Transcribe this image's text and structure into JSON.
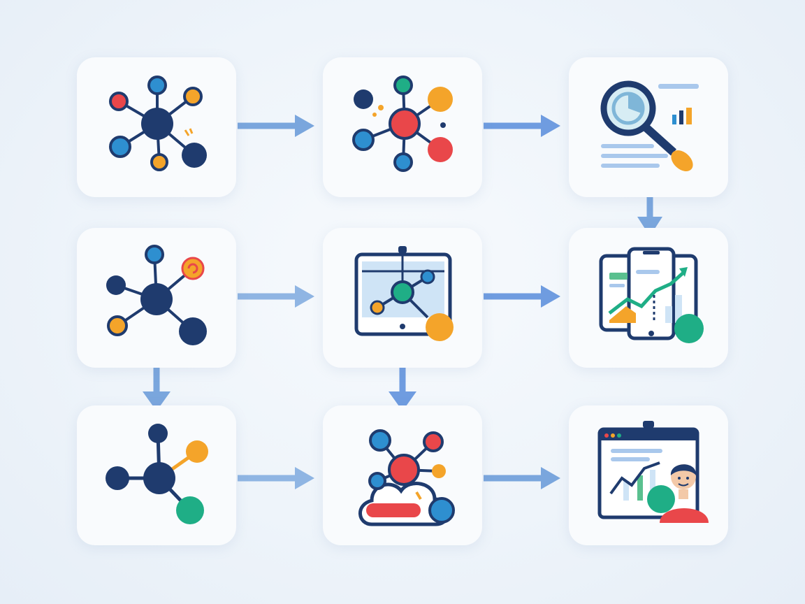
{
  "colors": {
    "navy": "#1f3b6e",
    "blue": "#2e8fd0",
    "orange": "#f4a42a",
    "red": "#e9474a",
    "teal": "#1fae86",
    "arrow": "#7aa6dd",
    "tile": "#f9fbfd"
  },
  "nodes": [
    {
      "id": "r1c1",
      "icon": "network-hub-icon"
    },
    {
      "id": "r1c2",
      "icon": "colored-network-icon"
    },
    {
      "id": "r1c3",
      "icon": "magnifier-report-icon"
    },
    {
      "id": "r2c1",
      "icon": "network-hub-icon"
    },
    {
      "id": "r2c2",
      "icon": "screen-network-icon"
    },
    {
      "id": "r2c3",
      "icon": "tablet-growth-chart-icon"
    },
    {
      "id": "r3c1",
      "icon": "network-branch-icon"
    },
    {
      "id": "r3c2",
      "icon": "cloud-network-icon"
    },
    {
      "id": "r3c3",
      "icon": "presentation-person-icon"
    }
  ],
  "edges": [
    {
      "from": "r1c1",
      "to": "r1c2"
    },
    {
      "from": "r1c2",
      "to": "r1c3"
    },
    {
      "from": "r1c3",
      "to": "r2c3"
    },
    {
      "from": "r2c1",
      "to": "r2c2"
    },
    {
      "from": "r2c2",
      "to": "r2c3"
    },
    {
      "from": "r2c1",
      "to": "r3c1"
    },
    {
      "from": "r2c2",
      "to": "r3c2"
    },
    {
      "from": "r3c1",
      "to": "r3c2"
    },
    {
      "from": "r3c2",
      "to": "r3c3"
    }
  ]
}
